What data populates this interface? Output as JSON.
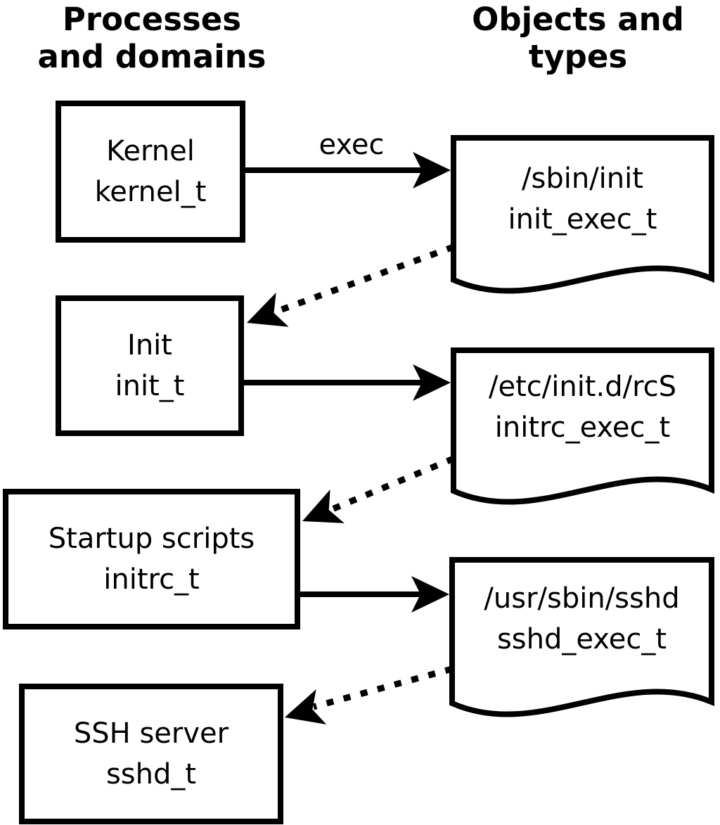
{
  "diagram": {
    "left_column_header": {
      "line1": "Processes",
      "line2": "and domains"
    },
    "right_column_header": {
      "line1": "Objects and",
      "line2": "types"
    },
    "processes": [
      {
        "label": "Kernel",
        "domain": "kernel_t"
      },
      {
        "label": "Init",
        "domain": "init_t"
      },
      {
        "label": "Startup scripts",
        "domain": "initrc_t"
      },
      {
        "label": "SSH server",
        "domain": "sshd_t"
      }
    ],
    "objects": [
      {
        "path": "/sbin/init",
        "type": "init_exec_t"
      },
      {
        "path": "/etc/init.d/rcS",
        "type": "initrc_exec_t"
      },
      {
        "path": "/usr/sbin/sshd",
        "type": "sshd_exec_t"
      }
    ],
    "edges": {
      "exec_label": "exec",
      "solid_exec_edges": [
        {
          "from": "Kernel (kernel_t)",
          "to": "/sbin/init (init_exec_t)",
          "label": "exec"
        },
        {
          "from": "Init (init_t)",
          "to": "/etc/init.d/rcS (initrc_exec_t)",
          "label": ""
        },
        {
          "from": "Startup scripts (initrc_t)",
          "to": "/usr/sbin/sshd (sshd_exec_t)",
          "label": ""
        }
      ],
      "dotted_transition_edges": [
        {
          "from": "/sbin/init (init_exec_t)",
          "to": "Init (init_t)"
        },
        {
          "from": "/etc/init.d/rcS (initrc_exec_t)",
          "to": "Startup scripts (initrc_t)"
        },
        {
          "from": "/usr/sbin/sshd (sshd_exec_t)",
          "to": "SSH server (sshd_t)"
        }
      ]
    },
    "colors": {
      "stroke": "#000000",
      "background": "#ffffff"
    }
  }
}
